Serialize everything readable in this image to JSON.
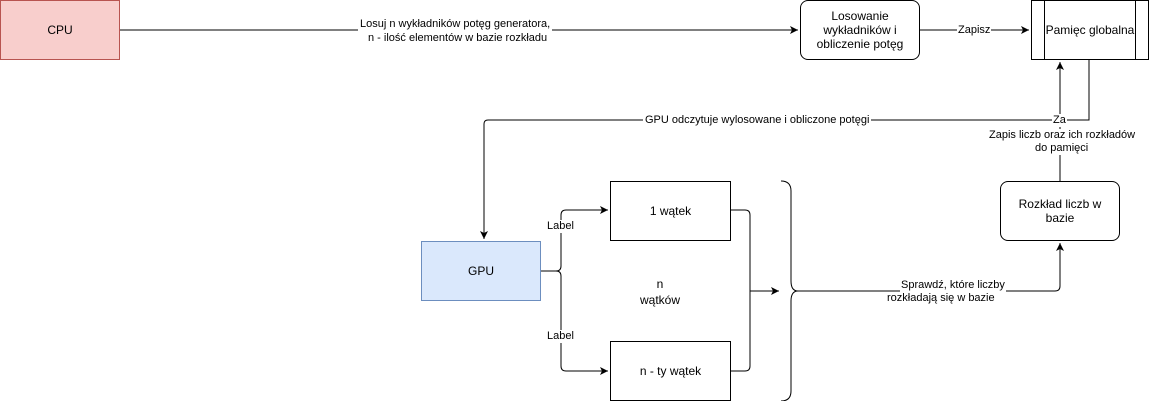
{
  "nodes": {
    "cpu": "CPU",
    "process": "Losowanie wykładników i obliczenie potęg",
    "memory": "Pamięc globalna",
    "gpu": "GPU",
    "thread_1": "1 wątek",
    "thread_n": "n - ty wątek",
    "threads_count": "n\nwątków",
    "decomposition": "Rozkład liczb w bazie"
  },
  "edge_labels": {
    "cpu_to_process_line1": "Losuj n wykładników potęg generatora,",
    "cpu_to_process_line2": "n - ilość elementów w bazie rozkładu",
    "save": "Zapisz",
    "gpu_reads": "GPU odczytuje wylosowane i obliczone potęgi",
    "za": "Za",
    "store_line1": "Zapis liczb oraz ich rozkładów",
    "store_line2": "do pamięci",
    "label_top": "Label",
    "label_bottom": "Label",
    "check_line1": "Sprawdź, które liczby",
    "check_line2": "rozkładają się w bazie"
  },
  "colors": {
    "cpu_fill": "#f8cecc",
    "cpu_stroke": "#b85450",
    "gpu_fill": "#dae8fc",
    "gpu_stroke": "#6c8ebf"
  }
}
